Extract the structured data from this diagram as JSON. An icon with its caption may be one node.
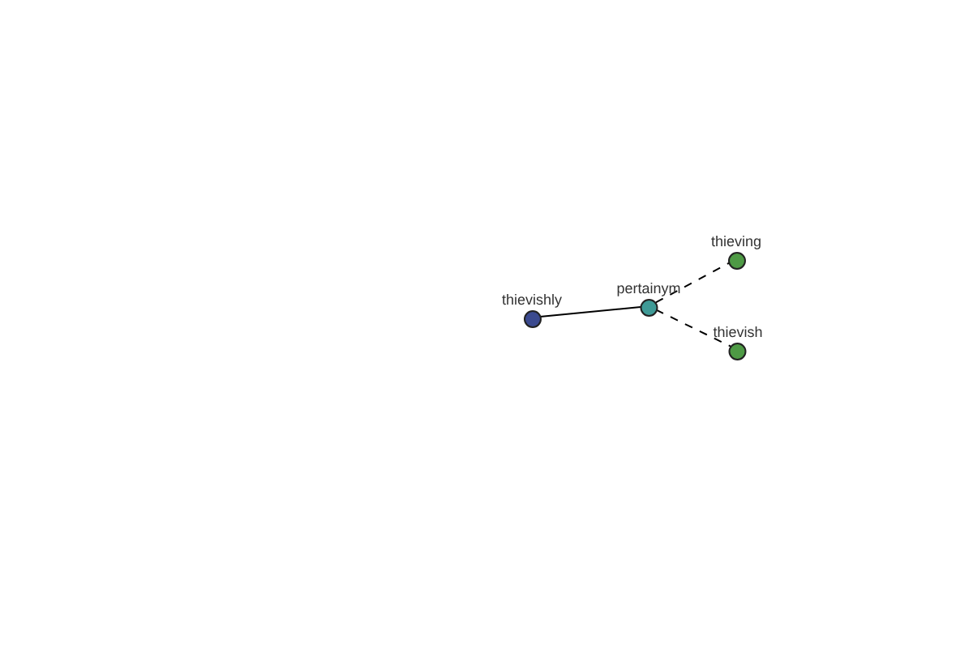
{
  "diagram": {
    "nodes": [
      {
        "text": [
          "thievishly"
        ]
      },
      {
        "text": [
          "pertainym"
        ]
      },
      {
        "text": [
          "thieving"
        ]
      },
      {
        "text": [
          "thievish"
        ]
      }
    ],
    "edges": [
      {
        "from": 0,
        "to": 1,
        "arrow": "none"
      },
      {
        "from": 1,
        "to": 2,
        "arrow": "none",
        "style": "dashed"
      },
      {
        "from": 1,
        "to": 3,
        "arrow": "none",
        "style": "dashed"
      }
    ]
  }
}
